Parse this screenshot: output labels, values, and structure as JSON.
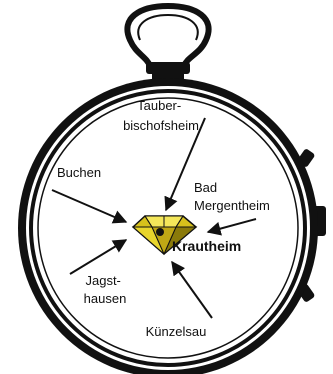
{
  "colors": {
    "ink": "#111111",
    "gem_light": "#f4e75a",
    "gem_mid": "#d7c11c",
    "gem_dark": "#8a7a0a",
    "background": "#ffffff"
  },
  "icons": {
    "watch": "pocket-watch-icon",
    "center": "diamond-icon"
  },
  "center": {
    "label": "Krautheim"
  },
  "labels": {
    "tauber": [
      "Tauber-",
      "bischofsheim"
    ],
    "buchen": [
      "Buchen"
    ],
    "bad_mergentheim": [
      "Bad",
      "Mergentheim"
    ],
    "jagsthausen": [
      "Jagst-",
      "hausen"
    ],
    "kuenzelsau": [
      "Künzelsau"
    ]
  }
}
